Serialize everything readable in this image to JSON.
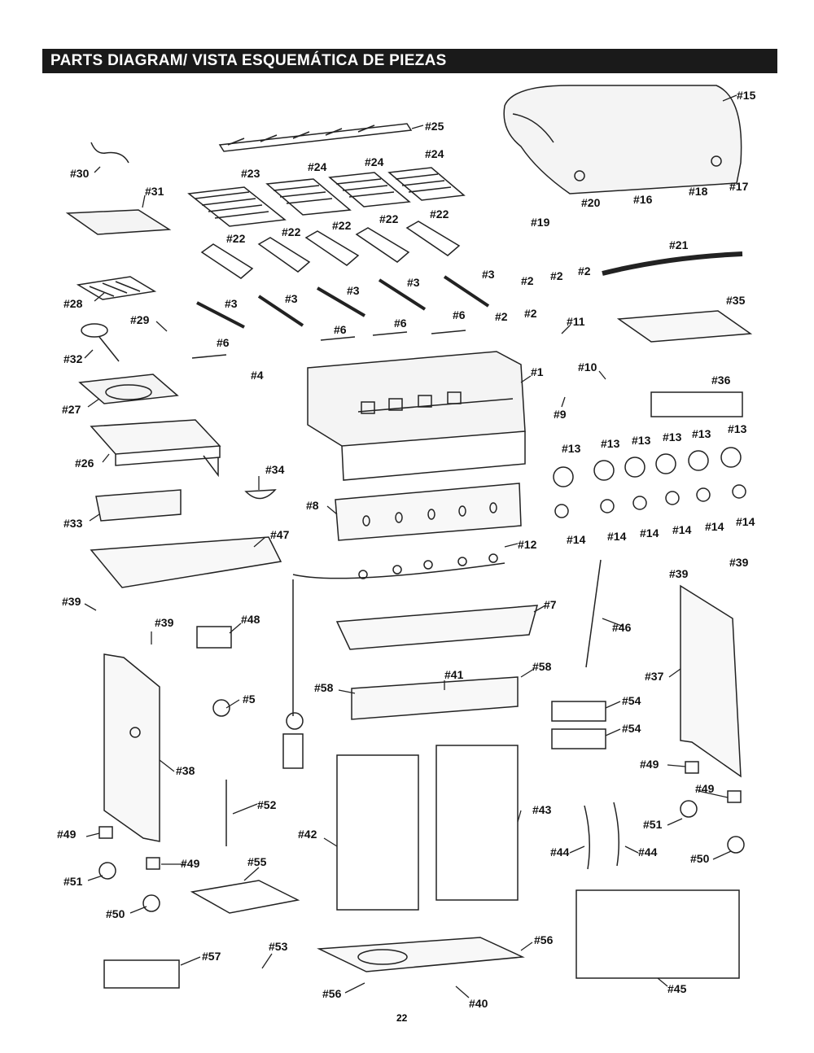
{
  "header": {
    "title": "PARTS DIAGRAM/ VISTA ESQUEMÁTICA DE PIEZAS"
  },
  "page_number": "22",
  "labels": {
    "p1": "#1",
    "p2": "#2",
    "p3": "#3",
    "p4": "#4",
    "p5": "#5",
    "p6": "#6",
    "p7": "#7",
    "p8": "#8",
    "p9": "#9",
    "p10": "#10",
    "p11": "#11",
    "p12": "#12",
    "p13": "#13",
    "p14": "#14",
    "p15": "#15",
    "p16": "#16",
    "p17": "#17",
    "p18": "#18",
    "p19": "#19",
    "p20": "#20",
    "p21": "#21",
    "p22": "#22",
    "p23": "#23",
    "p24": "#24",
    "p25": "#25",
    "p26": "#26",
    "p27": "#27",
    "p28": "#28",
    "p29": "#29",
    "p30": "#30",
    "p31": "#31",
    "p32": "#32",
    "p33": "#33",
    "p34": "#34",
    "p35": "#35",
    "p36": "#36",
    "p37": "#37",
    "p38": "#38",
    "p39": "#39",
    "p40": "#40",
    "p41": "#41",
    "p42": "#42",
    "p43": "#43",
    "p44": "#44",
    "p45": "#45",
    "p46": "#46",
    "p47": "#47",
    "p48": "#48",
    "p49": "#49",
    "p50": "#50",
    "p51": "#51",
    "p52": "#52",
    "p53": "#53",
    "p54": "#54",
    "p55": "#55",
    "p56": "#56",
    "p57": "#57",
    "p58": "#58"
  }
}
